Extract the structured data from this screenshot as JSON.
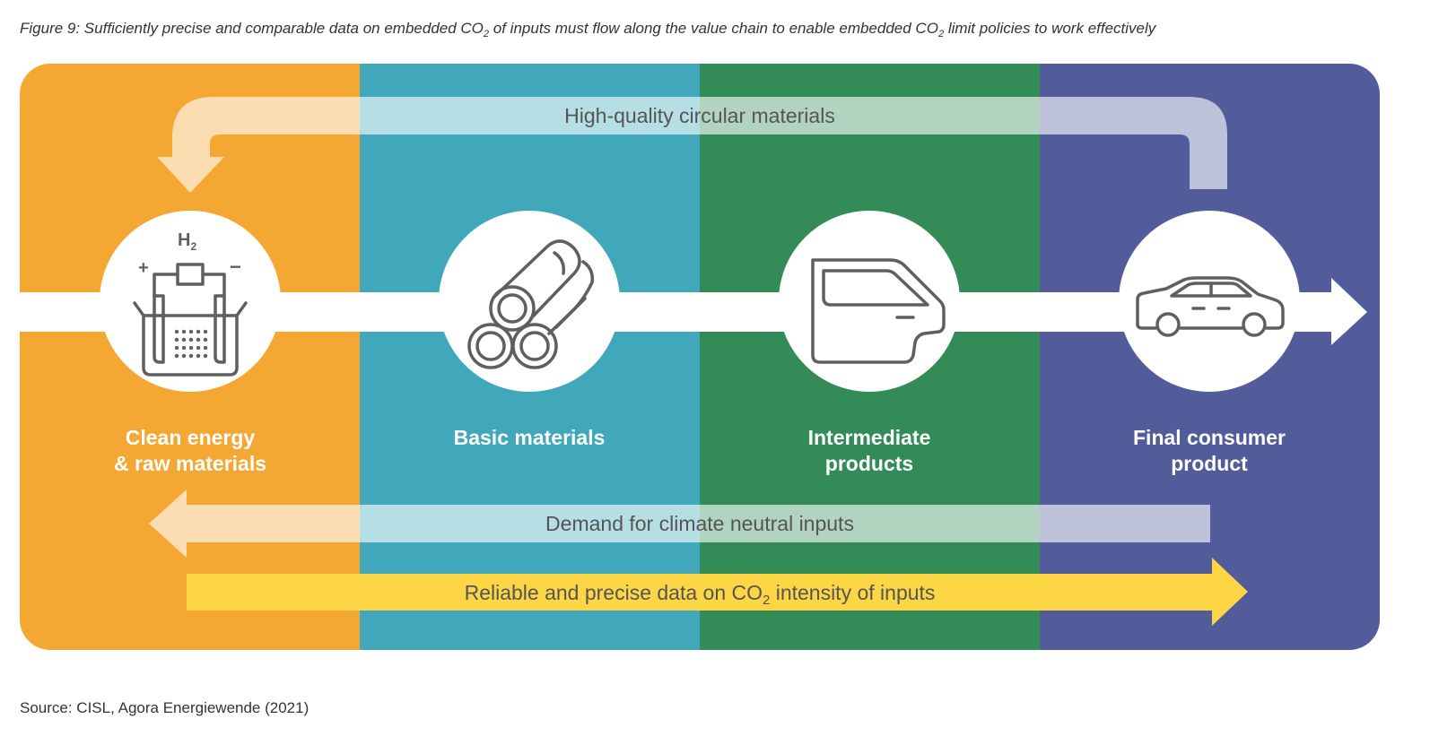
{
  "caption": {
    "part1": "Figure 9: Sufficiently precise and comparable data on embedded CO",
    "sub1": "2",
    "part2": " of inputs must flow along the value chain to enable embedded CO",
    "sub2": "2",
    "part3": " limit policies to work effectively"
  },
  "colors": {
    "stage1": "#f4a733",
    "stage2": "#40a8ba",
    "stage3": "#338c57",
    "stage4": "#525c9b",
    "data_arrow": "#fdd645",
    "icon_stroke": "#5f5f5f"
  },
  "stages": [
    {
      "line1": "Clean energy",
      "line2": "& raw materials",
      "icon": "hydrogen-electrolyser-icon",
      "icon_label": "H",
      "icon_sub": "2",
      "plus": "+",
      "minus": "−"
    },
    {
      "line1": "Basic materials",
      "line2": "",
      "icon": "pipes-icon"
    },
    {
      "line1": "Intermediate",
      "line2": "products",
      "icon": "car-door-icon"
    },
    {
      "line1": "Final consumer",
      "line2": "product",
      "icon": "car-icon"
    }
  ],
  "flows": {
    "circular": "High-quality circular materials",
    "demand": "Demand for climate neutral inputs",
    "data_part1": "Reliable and precise data on CO",
    "data_sub": "2",
    "data_part2": " intensity of inputs"
  },
  "source": "Source: CISL, Agora Energiewende (2021)"
}
